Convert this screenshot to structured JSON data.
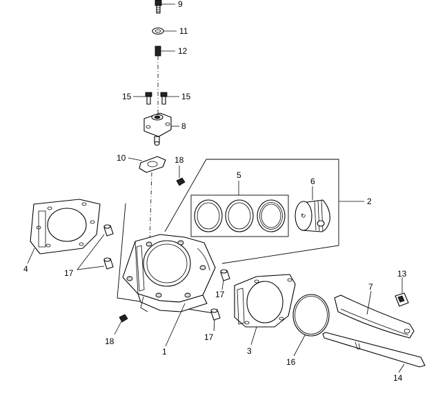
{
  "callouts": [
    {
      "id": "9",
      "label": "9",
      "part": "bolt-top"
    },
    {
      "id": "11",
      "label": "11",
      "part": "o-ring-washer"
    },
    {
      "id": "12",
      "label": "12",
      "part": "tensioner-spring"
    },
    {
      "id": "15a",
      "label": "15",
      "part": "mounting-bolt-left"
    },
    {
      "id": "15b",
      "label": "15",
      "part": "mounting-bolt-right"
    },
    {
      "id": "8",
      "label": "8",
      "part": "cam-chain-tensioner"
    },
    {
      "id": "10",
      "label": "10",
      "part": "tensioner-gasket"
    },
    {
      "id": "18a",
      "label": "18",
      "part": "bolt-upper"
    },
    {
      "id": "5",
      "label": "5",
      "part": "piston-ring-set"
    },
    {
      "id": "6",
      "label": "6",
      "part": "piston"
    },
    {
      "id": "2",
      "label": "2",
      "part": "piston-kit"
    },
    {
      "id": "4",
      "label": "4",
      "part": "cylinder-head-gasket"
    },
    {
      "id": "17a",
      "label": "17",
      "part": "dowel-pin-left"
    },
    {
      "id": "17b",
      "label": "17",
      "part": "dowel-pin-right-upper"
    },
    {
      "id": "17c",
      "label": "17",
      "part": "dowel-pin-right-lower"
    },
    {
      "id": "13",
      "label": "13",
      "part": "guide-bolt"
    },
    {
      "id": "7",
      "label": "7",
      "part": "chain-guide"
    },
    {
      "id": "18b",
      "label": "18",
      "part": "bolt-lower"
    },
    {
      "id": "1",
      "label": "1",
      "part": "cylinder"
    },
    {
      "id": "3",
      "label": "3",
      "part": "cylinder-base-gasket"
    },
    {
      "id": "16",
      "label": "16",
      "part": "o-ring"
    },
    {
      "id": "14",
      "label": "14",
      "part": "chain-guide-rail"
    }
  ]
}
